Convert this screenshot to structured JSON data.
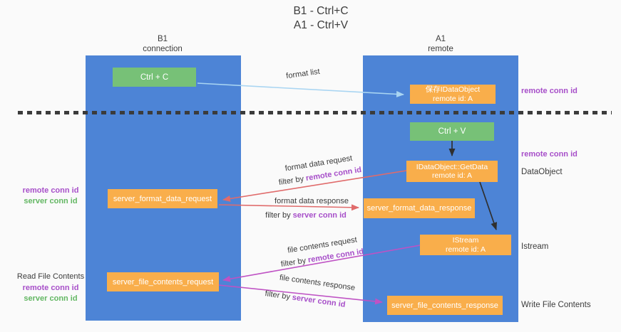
{
  "title": {
    "line1": "B1 - Ctrl+C",
    "line2": "A1 - Ctrl+V"
  },
  "lanes": {
    "b1": {
      "name": "B1",
      "sub": "connection"
    },
    "a1": {
      "name": "A1",
      "sub": "remote"
    }
  },
  "nodes": {
    "ctrl_c": "Ctrl + C",
    "save_dataobject": {
      "line1": "保存IDataObject",
      "line2": "remote id: A"
    },
    "ctrl_v": "Ctrl + V",
    "getdata": {
      "line1": "IDataObject::GetData",
      "line2": "remote id: A"
    },
    "format_request": "server_format_data_request",
    "format_response": "server_format_data_response",
    "istream": {
      "line1": "IStream",
      "line2": "remote id: A"
    },
    "file_request": "server_file_contents_request",
    "file_response": "server_file_contents_response"
  },
  "edge_labels": {
    "format_list": "format list",
    "format_data_request": "format data request",
    "format_data_request_filter": {
      "prefix": "filter by ",
      "highlight": "remote conn id"
    },
    "format_data_response": "format data response",
    "format_data_response_filter": {
      "prefix": "filter by ",
      "highlight": "server conn id"
    },
    "file_contents_request": "file contents request",
    "file_contents_request_filter": {
      "prefix": "filter by ",
      "highlight": "remote conn id"
    },
    "file_contents_response": "file contents response",
    "file_contents_response_filter": {
      "prefix": "filter by ",
      "highlight": "server conn id"
    }
  },
  "side_labels": {
    "left": {
      "conn_group_top": {
        "remote": "remote conn id",
        "server": "server conn id"
      },
      "read_file": "Read File Contents",
      "conn_group_bottom": {
        "remote": "remote conn id",
        "server": "server conn id"
      }
    },
    "right": {
      "remote_top": "remote conn id",
      "remote_mid": "remote conn id",
      "dataobject": "DataObject",
      "istream": "Istream",
      "write_file": "Write File Contents"
    }
  },
  "colors": {
    "lane_blue": "#4d84d6",
    "node_green": "#77c177",
    "node_orange": "#f9ae4b",
    "arrow_light_blue": "#a9d5f2",
    "arrow_red": "#e06b6b",
    "arrow_magenta": "#bf52c4",
    "arrow_black": "#2f2f2f",
    "text_purple": "#a74fc9",
    "text_green": "#63b763",
    "divider_dark": "#3b3b3b"
  }
}
